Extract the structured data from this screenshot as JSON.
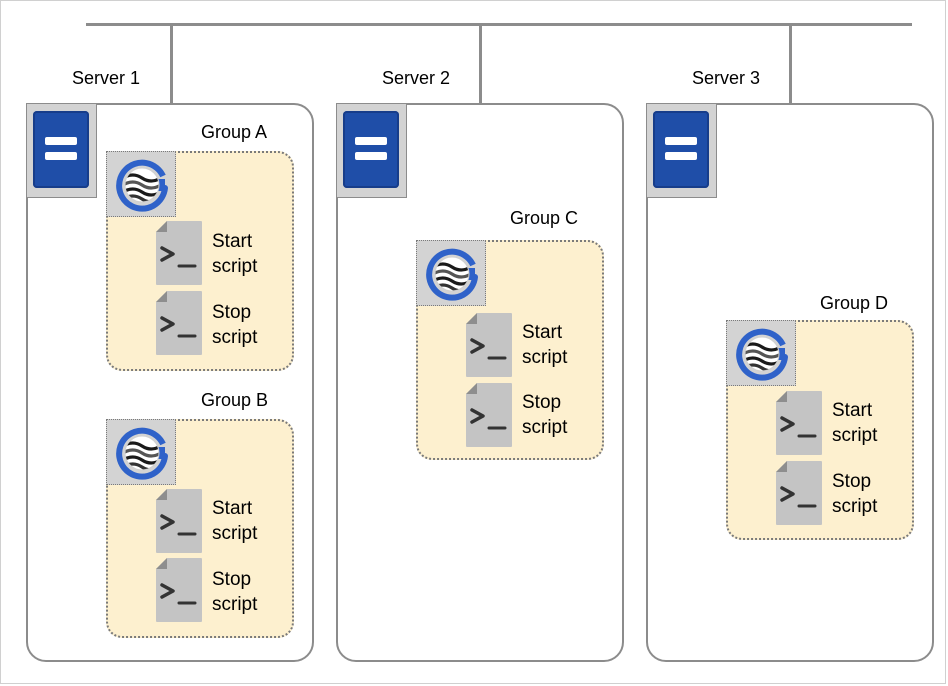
{
  "servers": [
    {
      "label": "Server 1",
      "groups": [
        {
          "label": "Group A",
          "start": {
            "line1": "Start",
            "line2": "script"
          },
          "stop": {
            "line1": "Stop",
            "line2": "script"
          }
        },
        {
          "label": "Group B",
          "start": {
            "line1": "Start",
            "line2": "script"
          },
          "stop": {
            "line1": "Stop",
            "line2": "script"
          }
        }
      ]
    },
    {
      "label": "Server 2",
      "groups": [
        {
          "label": "Group C",
          "start": {
            "line1": "Start",
            "line2": "script"
          },
          "stop": {
            "line1": "Stop",
            "line2": "script"
          }
        }
      ]
    },
    {
      "label": "Server 3",
      "groups": [
        {
          "label": "Group D",
          "start": {
            "line1": "Start",
            "line2": "script"
          },
          "stop": {
            "line1": "Stop",
            "line2": "script"
          }
        }
      ]
    }
  ],
  "icons": {
    "server": "server-icon",
    "cluster": "cluster-icon",
    "script": "terminal-script-icon"
  },
  "colors": {
    "server_icon": "#1f4ea8",
    "group_fill": "#fdf0cf",
    "cluster_ring": "#2f62c9",
    "line": "#8c8c8c"
  }
}
